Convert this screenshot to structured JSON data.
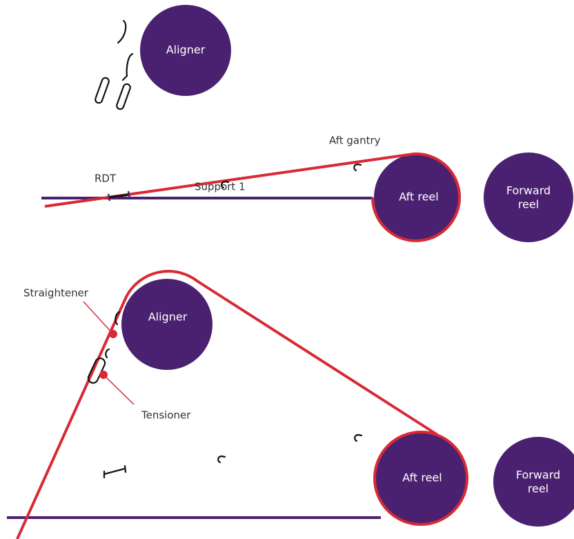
{
  "colors": {
    "reel": "#4a2170",
    "strip": "#d72a35",
    "support": "#4a2170",
    "text_dark": "#333333",
    "text_light": "#ffffff",
    "part": "#111111"
  },
  "top": {
    "aligner": "Aligner"
  },
  "middle": {
    "aft_gantry": "Aft gantry",
    "rdt": "RDT",
    "support_1": "Support 1",
    "aft_reel": "Aft reel",
    "forward_reel_line1": "Forward",
    "forward_reel_line2": "reel"
  },
  "bottom": {
    "straightener": "Straightener",
    "aligner": "Aligner",
    "tensioner": "Tensioner",
    "aft_reel": "Aft reel",
    "forward_reel_line1": "Forward",
    "forward_reel_line2": "reel"
  }
}
